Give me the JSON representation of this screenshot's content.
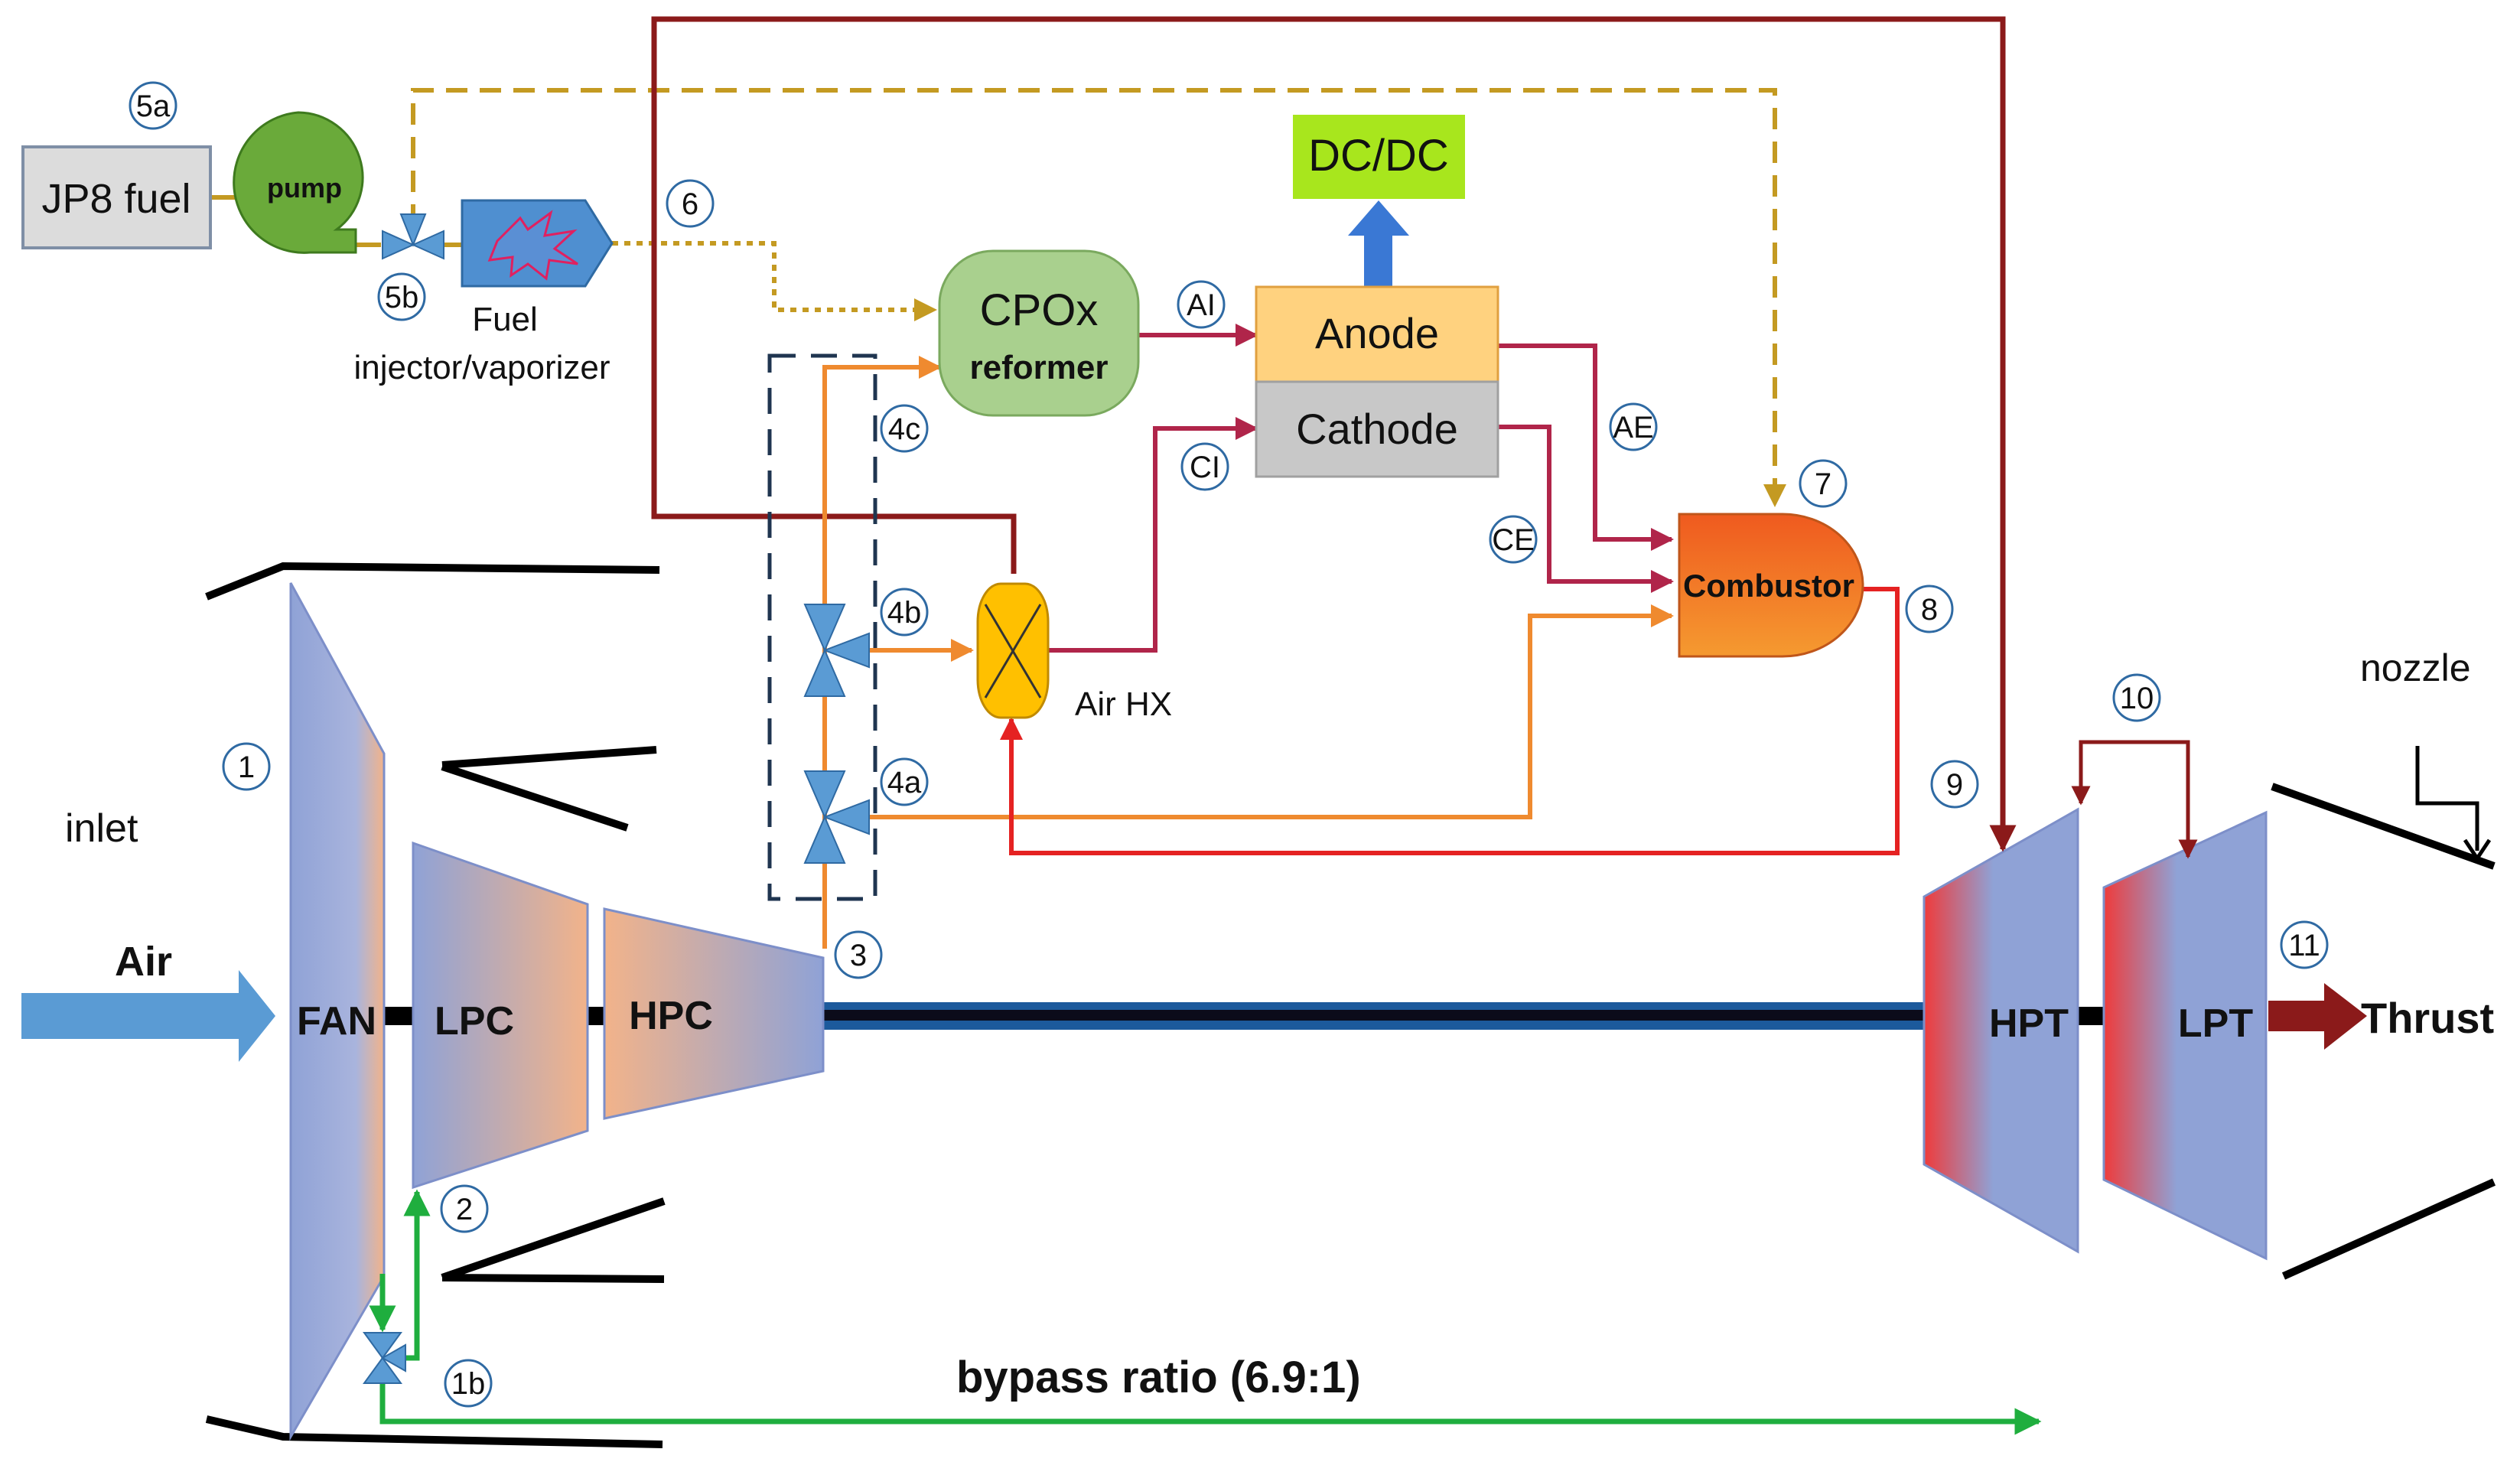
{
  "labels": {
    "jp8_fuel": "JP8 fuel",
    "pump": "pump",
    "fuel_injector_line1": "Fuel",
    "fuel_injector_line2": "injector/vaporizer",
    "dcdc": "DC/DC",
    "cpox_line1": "CPOx",
    "cpox_line2": "reformer",
    "anode": "Anode",
    "cathode": "Cathode",
    "combustor": "Combustor",
    "air_hx": "Air HX",
    "inlet": "inlet",
    "air": "Air",
    "fan": "FAN",
    "lpc": "LPC",
    "hpc": "HPC",
    "hpt": "HPT",
    "lpt": "LPT",
    "thrust": "Thrust",
    "nozzle": "nozzle",
    "bypass_ratio": "bypass ratio (6.9:1)"
  },
  "station_markers": {
    "s1": "1",
    "s1b": "1b",
    "s2": "2",
    "s3": "3",
    "s4a": "4a",
    "s4b": "4b",
    "s4c": "4c",
    "s5a": "5a",
    "s5b": "5b",
    "s6": "6",
    "s7": "7",
    "s8": "8",
    "s9": "9",
    "s10": "10",
    "s11": "11",
    "ai": "AI",
    "ci": "CI",
    "ae": "AE",
    "ce": "CE"
  },
  "colors": {
    "fuel_line": "#c49a22",
    "hot_gas_line": "#8b1a1a",
    "cathode_anode_line": "#b0254a",
    "air_line": "#ef8a2f",
    "exhaust_line": "#e52222",
    "bypass_line": "#1fae3e",
    "shaft": "#1c5a9c",
    "pump": "#6aaa3a",
    "cpox": "#a9d08e",
    "anode": "#ffd27f",
    "cathode": "#c8c8c8",
    "dcdc": "#a8e61d",
    "combustor": "#f07a20",
    "air_hx": "#ffc000",
    "turbo_blue": "#8fa2d6",
    "compressor_orange": "#f2b38a"
  }
}
